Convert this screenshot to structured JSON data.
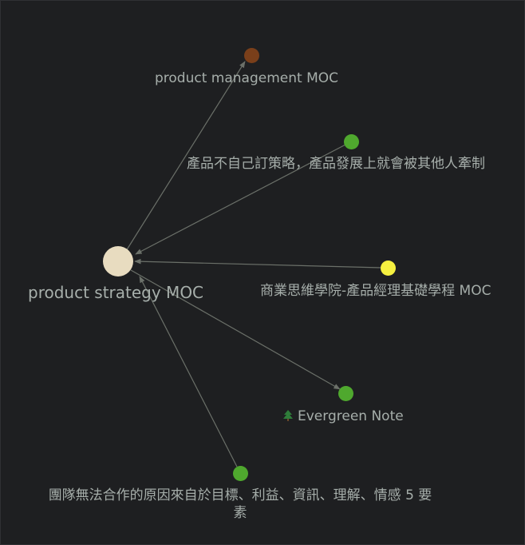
{
  "graph": {
    "center": {
      "label": "product strategy MOC",
      "color": "#e8dcc0"
    },
    "nodes": [
      {
        "id": "pm-moc",
        "label": "product management MOC",
        "color": "#7a3f1a"
      },
      {
        "id": "self-strategy",
        "label": "產品不自己訂策略，產品發展上就會被其他人牽制",
        "color": "#4fa82e"
      },
      {
        "id": "business-school",
        "label": "商業思維學院-產品經理基礎學程 MOC",
        "color": "#f5f040"
      },
      {
        "id": "evergreen",
        "label": "Evergreen Note",
        "icon": "evergreen-tree",
        "color": "#4fa82e"
      },
      {
        "id": "team",
        "label": "團隊無法合作的原因來自於目標、利益、資訊、理解、情感 5 要素",
        "color": "#4fa82e"
      }
    ],
    "edge_color": "#6b7069"
  }
}
